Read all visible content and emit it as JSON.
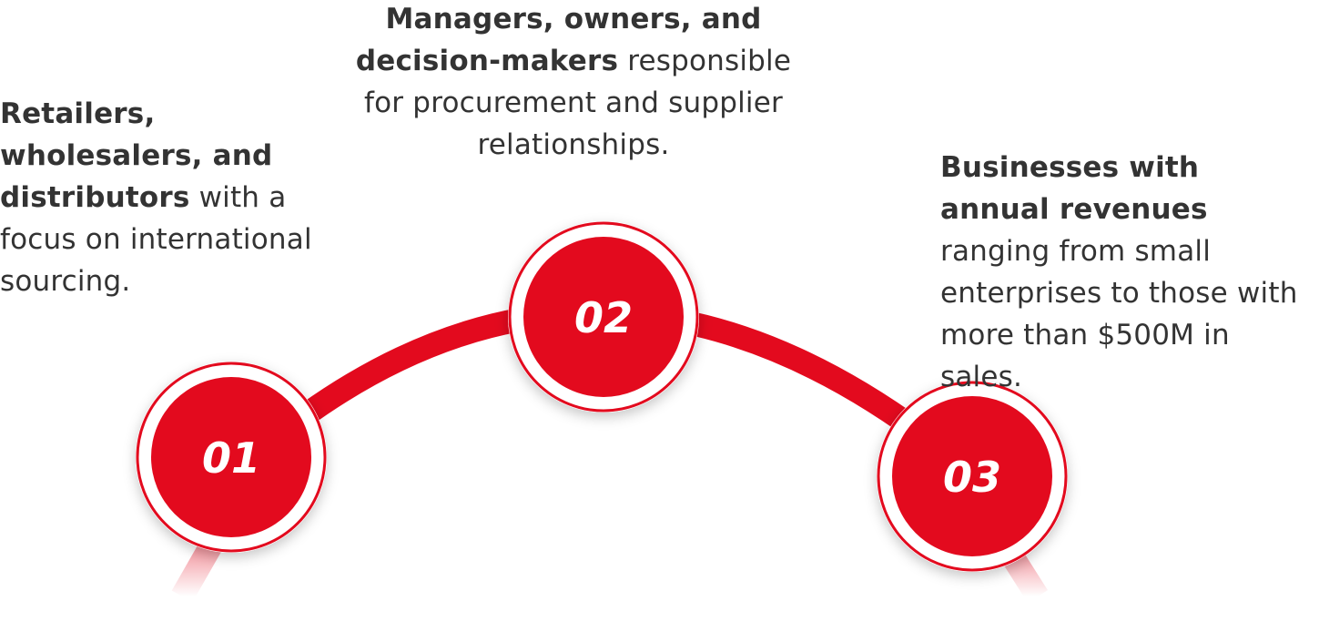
{
  "accent_color": "#e30a1e",
  "steps": [
    {
      "number": "01",
      "bold": "Retailers, wholesalers, and distributors",
      "rest": " with a focus on international sourcing."
    },
    {
      "number": "02",
      "bold": "Managers, owners, and decision-makers",
      "rest": " responsible for procurement and supplier relationships."
    },
    {
      "number": "03",
      "bold": "Businesses with annual revenues",
      "rest": " ranging from small enterprises to those with more than $500M in sales."
    }
  ]
}
